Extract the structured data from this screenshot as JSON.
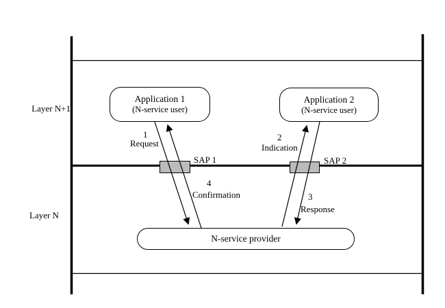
{
  "layers": {
    "upper_label": "Layer N+1",
    "lower_label": "Layer N"
  },
  "boxes": {
    "app1": {
      "title": "Application 1",
      "subtitle": "(N-service user)"
    },
    "app2": {
      "title": "Application 2",
      "subtitle": "(N-service user)"
    },
    "provider": {
      "title": "N-service provider"
    }
  },
  "saps": {
    "sap1_label": "SAP 1",
    "sap2_label": "SAP 2"
  },
  "primitives": {
    "request": {
      "number": "1",
      "label": "Request"
    },
    "indication": {
      "number": "2",
      "label": "Indication"
    },
    "response": {
      "number": "3",
      "label": "Response"
    },
    "confirmation": {
      "number": "4",
      "label": "Confirmation"
    }
  },
  "colors": {
    "ink": "#000000",
    "background": "#ffffff",
    "sap_hatch": "#777777"
  }
}
